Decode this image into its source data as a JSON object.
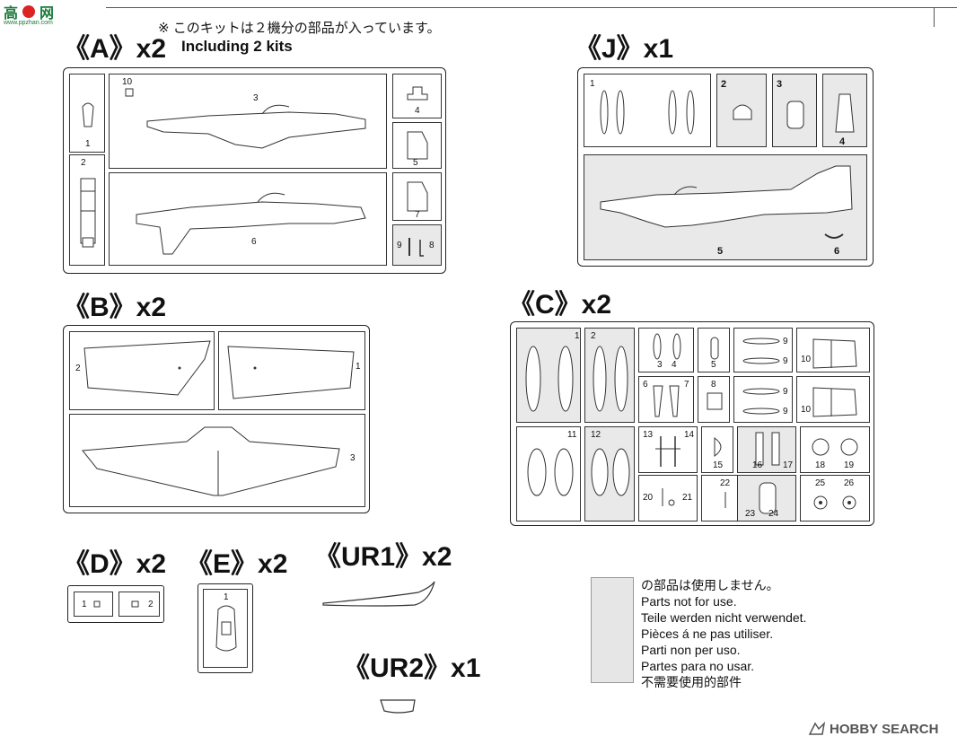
{
  "logo": {
    "text": "www.ppzhan.com"
  },
  "note": {
    "jp": "※ このキットは２機分の部品が入っています。",
    "en": "Including 2 kits"
  },
  "sprues": {
    "A": {
      "label": "《A》x2",
      "parts": [
        "1",
        "2",
        "3",
        "4",
        "5",
        "6",
        "7",
        "8",
        "9",
        "10"
      ]
    },
    "J": {
      "label": "《J》x1",
      "parts": [
        "1",
        "2",
        "3",
        "4",
        "5",
        "6"
      ]
    },
    "B": {
      "label": "《B》x2",
      "parts": [
        "1",
        "2",
        "3"
      ]
    },
    "C": {
      "label": "《C》x2",
      "parts": [
        "1",
        "2",
        "3",
        "4",
        "5",
        "6",
        "7",
        "8",
        "9",
        "9",
        "9",
        "9",
        "10",
        "10",
        "11",
        "12",
        "13",
        "14",
        "15",
        "16",
        "17",
        "18",
        "19",
        "20",
        "21",
        "22",
        "23",
        "24",
        "25",
        "26"
      ]
    },
    "D": {
      "label": "《D》x2",
      "parts": [
        "1",
        "2"
      ]
    },
    "E": {
      "label": "《E》x2",
      "parts": [
        "1"
      ]
    },
    "UR1": {
      "label": "《UR1》x2"
    },
    "UR2": {
      "label": "《UR2》x1"
    }
  },
  "legend": {
    "lines": [
      "の部品は使用しません。",
      "Parts not for use.",
      "Teile werden nicht verwendet.",
      "Pièces á ne pas utiliser.",
      "Parti non per uso.",
      "Partes para no usar.",
      "不需要使用的部件"
    ]
  },
  "watermark": {
    "text": "HOBBY SEARCH"
  }
}
